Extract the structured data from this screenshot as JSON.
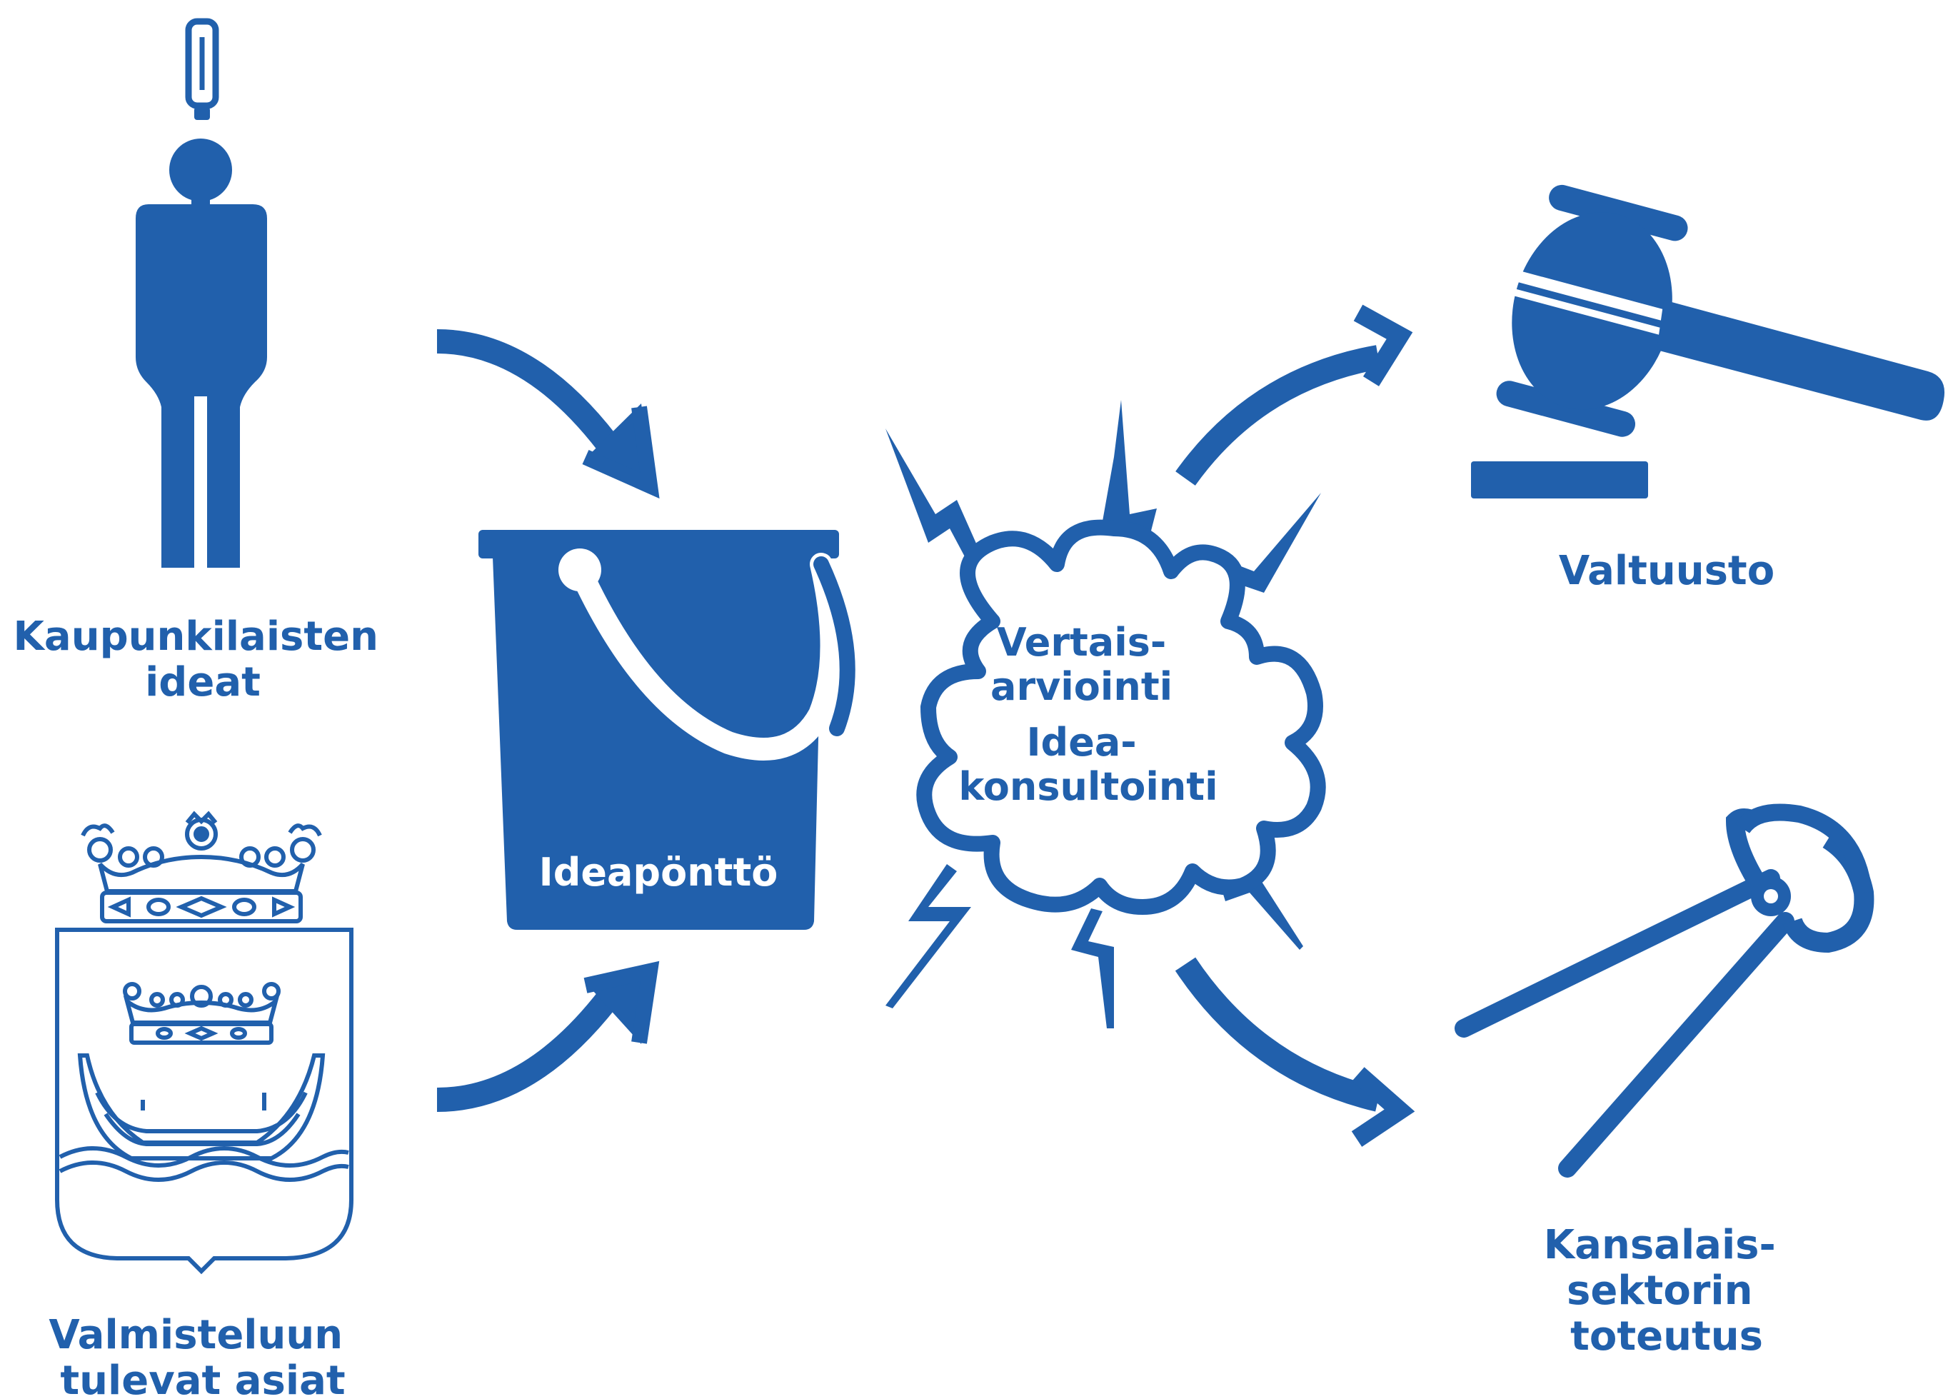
{
  "colors": {
    "brand_blue": "#2160AC",
    "background": "#FFFFFF"
  },
  "icons": {
    "person": "person-with-lightbulb-icon",
    "coat_of_arms": "helsinki-coat-of-arms-icon",
    "bucket": "bucket-icon",
    "cloud": "lightning-cloud-icon",
    "gavel": "gavel-icon",
    "pincers": "pincers-icon"
  },
  "labels": {
    "citizens_ideas": [
      "Kaupunkilaisten",
      "ideat"
    ],
    "preparation_matters": [
      "Valmisteluun",
      "tulevat asiat"
    ],
    "idea_bucket": "Ideapönttö",
    "cloud": [
      "Vertais-",
      "arviointi",
      "Idea-",
      "konsultointi"
    ],
    "council": "Valtuusto",
    "civil_sector": [
      "Kansalais-",
      "sektorin",
      "toteutus"
    ]
  }
}
